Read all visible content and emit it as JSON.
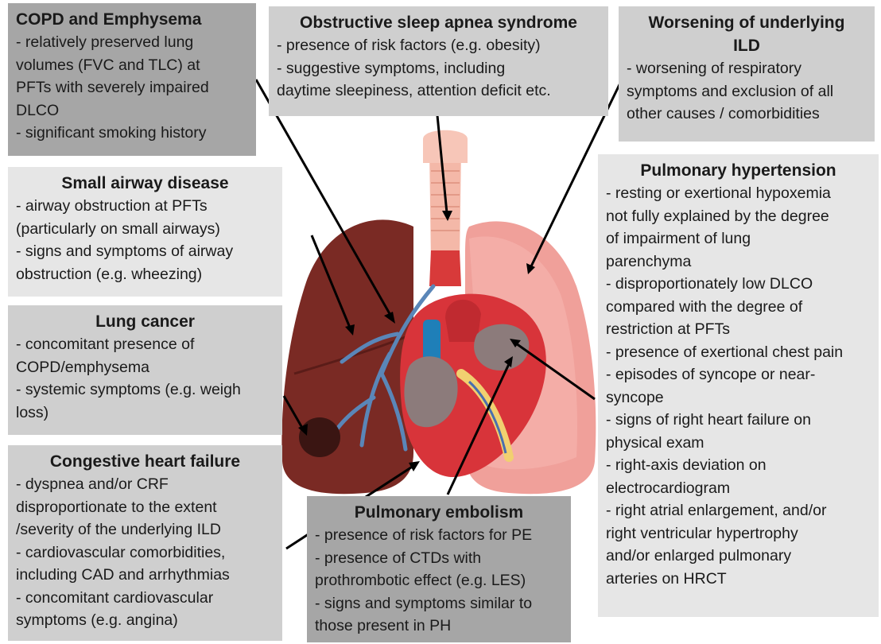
{
  "boxes": {
    "copd": {
      "title": "COPD and Emphysema",
      "lines": [
        "- relatively preserved  lung",
        "volumes (FVC and TLC) at",
        "PFTs with severely impaired",
        "DLCO",
        "- significant smoking history"
      ]
    },
    "osa": {
      "title": "Obstructive sleep apnea syndrome",
      "lines": [
        "- presence of risk factors (e.g. obesity)",
        "- suggestive symptoms, including",
        "daytime sleepiness, attention deficit etc."
      ]
    },
    "ild": {
      "title_lines": [
        "Worsening of underlying",
        "ILD"
      ],
      "lines": [
        "- worsening of respiratory",
        "symptoms and exclusion of all",
        "other causes / comorbidities"
      ]
    },
    "small_airway": {
      "title": "Small airway disease",
      "lines": [
        "- airway obstruction at PFTs",
        "(particularly on small airways)",
        "- signs and symptoms of airway",
        "obstruction (e.g. wheezing)"
      ]
    },
    "lung_cancer": {
      "title": "Lung cancer",
      "lines": [
        "- concomitant presence of",
        "COPD/emphysema",
        "- systemic symptoms (e.g. weigh",
        "loss)"
      ]
    },
    "chf": {
      "title": "Congestive heart failure",
      "lines": [
        "- dyspnea and/or CRF",
        "disproportionate to the extent",
        "/severity of the underlying ILD",
        "- cardiovascular comorbidities,",
        "including CAD and arrhythmias",
        "- concomitant cardiovascular",
        "symptoms (e.g. angina)"
      ]
    },
    "pe": {
      "title": "Pulmonary embolism",
      "lines": [
        "- presence of risk factors for PE",
        "- presence of CTDs with",
        "prothrombotic effect (e.g. LES)",
        "- signs and symptoms similar to",
        "those present in PH"
      ]
    },
    "ph": {
      "title": "Pulmonary hypertension",
      "lines": [
        "- resting or exertional hypoxemia",
        "not fully explained by the degree",
        "of impairment of lung",
        "parenchyma",
        "- disproportionately low DLCO",
        "compared with the degree of",
        "restriction at PFTs",
        "- presence of exertional chest pain",
        "- episodes of syncope or near-",
        "syncope",
        "- signs of right heart failure on",
        "physical exam",
        "- right-axis deviation on",
        "electrocardiogram",
        "- right atrial enlargement, and/or",
        "right ventricular hypertrophy",
        "and/or enlarged pulmonary",
        "arteries on HRCT"
      ]
    }
  },
  "colors": {
    "box_dark": "#a6a6a6",
    "box_mid": "#cfcfcf",
    "box_light": "#e6e6e6",
    "left_lung": "#7a2a24",
    "right_lung": "#f0a09a",
    "trachea": "#f4b8a8",
    "heart": "#d8343a",
    "arrow": "#000000"
  }
}
